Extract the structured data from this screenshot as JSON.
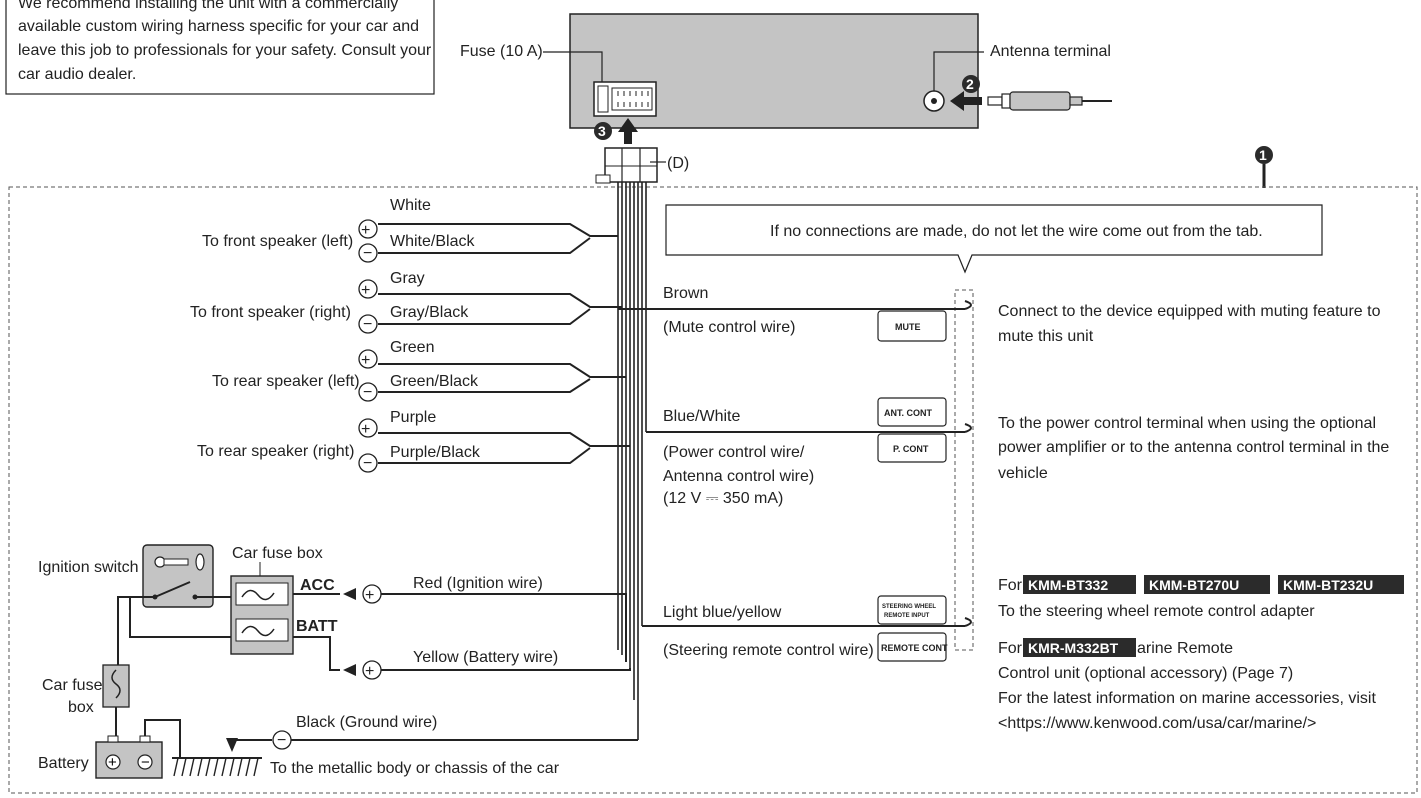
{
  "note": {
    "line1": "We recommend installing the unit with a commercially",
    "line2": "available custom wiring harness specific for your car and",
    "line3": "leave this job to professionals for your safety. Consult your",
    "line4": "car audio dealer."
  },
  "unit": {
    "fuse_label": "Fuse (10 A)",
    "antenna_label": "Antenna terminal",
    "connector_label": "(D)",
    "step1": "1",
    "step2": "2",
    "step3": "3"
  },
  "speakers": [
    {
      "label": "To front speaker (left)",
      "plus": "White",
      "minus": "White/Black"
    },
    {
      "label": "To front speaker (right)",
      "plus": "Gray",
      "minus": "Gray/Black"
    },
    {
      "label": "To rear speaker (left)",
      "plus": "Green",
      "minus": "Green/Black"
    },
    {
      "label": "To rear speaker (right)",
      "plus": "Purple",
      "minus": "Purple/Black"
    }
  ],
  "callout": "If no connections are made, do not let the wire come out from the tab.",
  "mute": {
    "color": "Brown",
    "desc": "(Mute control wire)",
    "tab": "MUTE",
    "note1": "Connect to the device equipped with muting feature to",
    "note2": "mute this unit"
  },
  "power": {
    "color": "Blue/White",
    "desc1": "(Power control wire/",
    "desc2": "Antenna control wire)",
    "desc3": "(12 V ⎓ 350 mA)",
    "tab1": "ANT. CONT",
    "tab2": "P. CONT",
    "note1": "To the power control terminal when using the optional",
    "note2": "power amplifier or to the antenna control terminal in the",
    "note3": "vehicle"
  },
  "steering": {
    "color": "Light blue/yellow",
    "desc": "(Steering remote control wire)",
    "tab1_line1": "STEERING WHEEL",
    "tab1_line2": "REMOTE INPUT",
    "tab2": "REMOTE CONT",
    "for_label": "For",
    "models": [
      "KMM-BT332",
      "KMM-BT270U",
      "KMM-BT232U"
    ],
    "note1": "To the steering wheel remote control adapter",
    "for2_label": "For",
    "model2": "KMR-M332BT",
    "note2_tail": "arine Remote",
    "note3": "Control unit (optional accessory) (Page 7)",
    "note4": "For the latest information on marine accessories, visit",
    "note5": "<https://www.kenwood.com/usa/car/marine/>"
  },
  "power_side": {
    "ignition": "Ignition switch",
    "fusebox": "Car fuse box",
    "acc": "ACC",
    "batt": "BATT",
    "red": "Red (Ignition wire)",
    "yellow": "Yellow (Battery wire)",
    "fusebox2_line1": "Car fuse",
    "fusebox2_line2": "box",
    "black": "Black (Ground wire)",
    "battery": "Battery",
    "ground": "To the metallic body or chassis of the car"
  }
}
